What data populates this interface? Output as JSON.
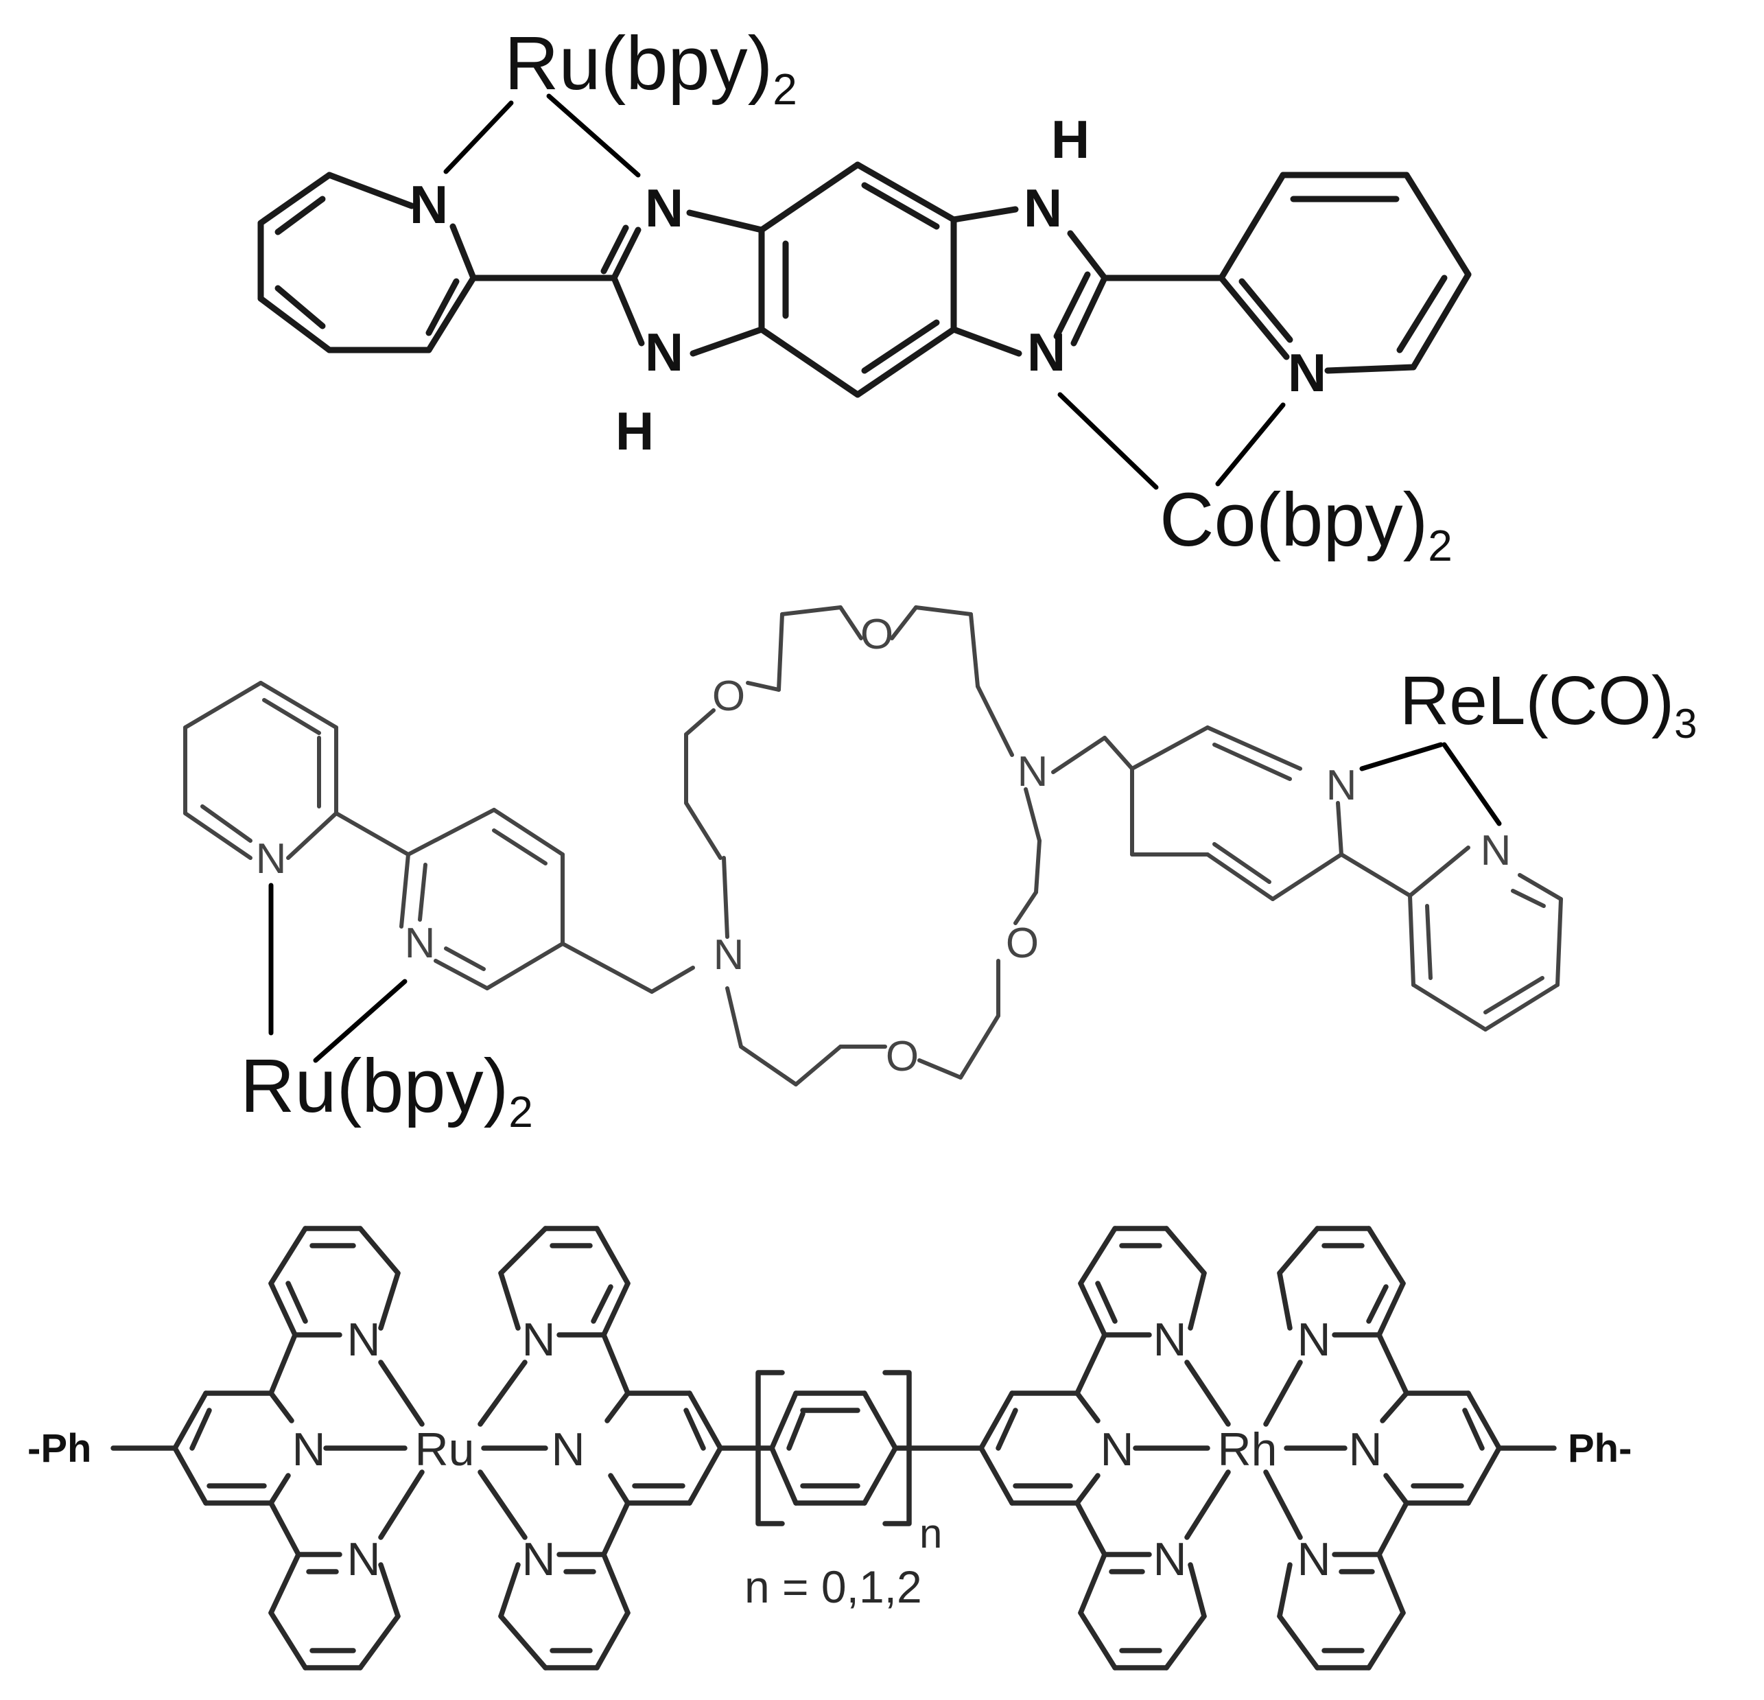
{
  "structure1": {
    "metal_top": {
      "main": "Ru(bpy)",
      "sub": "2"
    },
    "metal_bottom": {
      "main": "Co(bpy)",
      "sub": "2"
    },
    "atoms": {
      "N": "N",
      "H": "H"
    }
  },
  "structure2": {
    "metal_left": {
      "main": "Ru(bpy)",
      "sub": "2"
    },
    "metal_right": {
      "main": "ReL(CO)",
      "sub": "3"
    },
    "atoms": {
      "N": "N",
      "O": "O"
    }
  },
  "structure3": {
    "end_left": "-Ph",
    "end_right": "Ph-",
    "metal_ru": "Ru",
    "metal_rh": "Rh",
    "repeat_index": "n",
    "n_values": "n = 0,1,2",
    "atoms": {
      "N": "N"
    }
  }
}
